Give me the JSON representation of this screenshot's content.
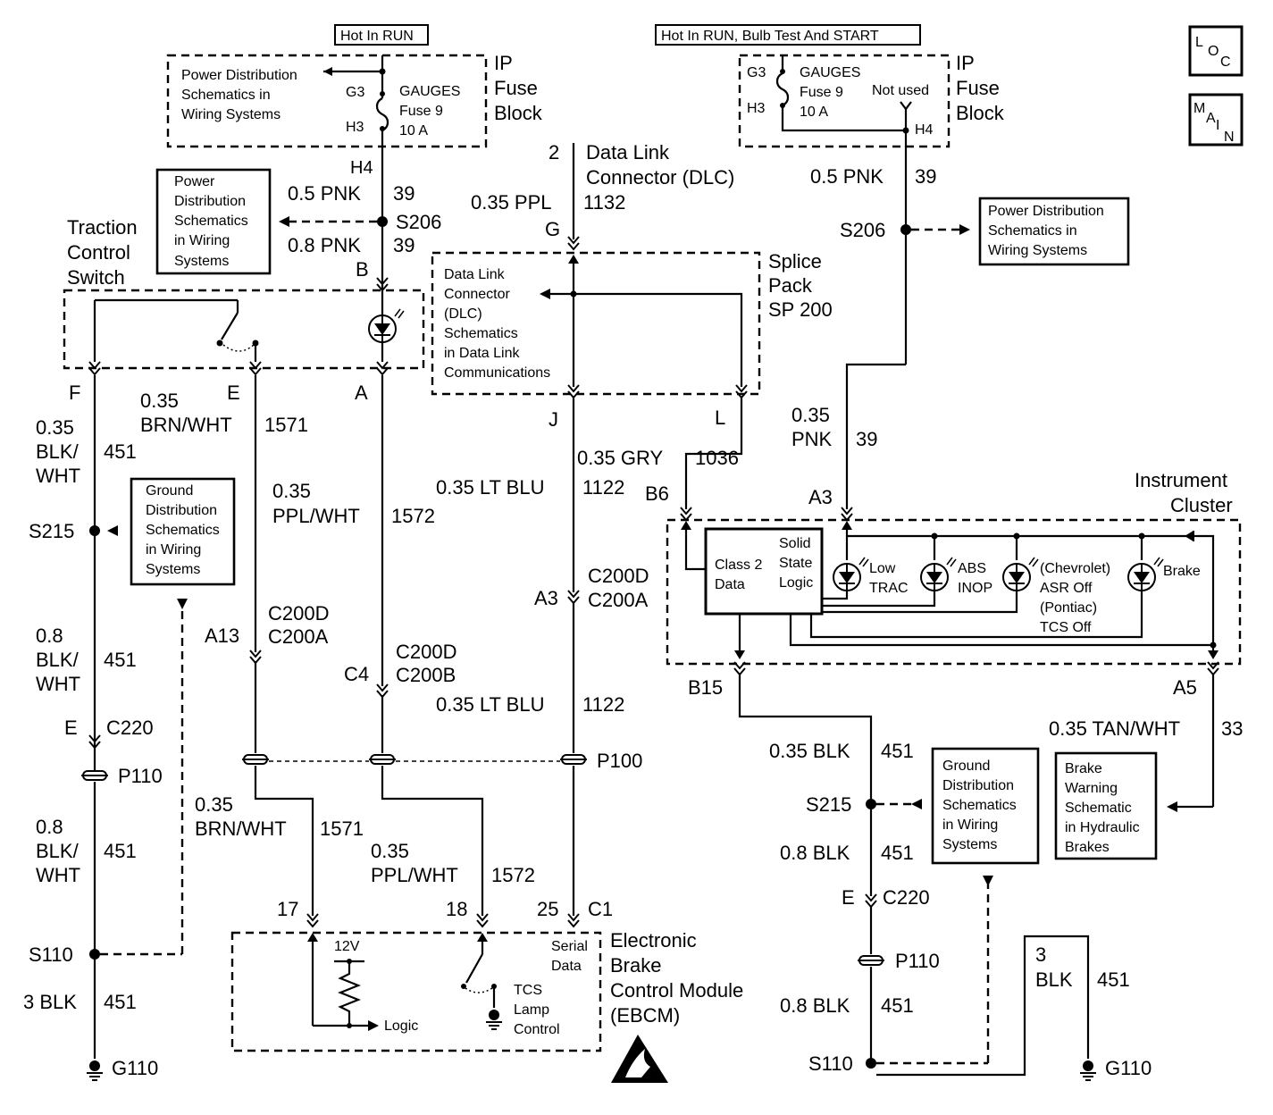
{
  "supply_left_label": "Hot In RUN",
  "supply_right_label": "Hot In RUN, Bulb Test And START",
  "nav_icons": {
    "loc": "LOC",
    "main": "MAIN"
  },
  "fuse_block_left": {
    "title": [
      "IP",
      "Fuse",
      "Block"
    ],
    "ref": [
      "Power Distribution",
      "Schematics in",
      "Wiring Systems"
    ],
    "fuse": [
      "GAUGES",
      "Fuse 9",
      "10 A"
    ],
    "pin_top": "G3",
    "pin_bottom": "H3",
    "pin_out": "H4"
  },
  "fuse_block_right": {
    "title": [
      "IP",
      "Fuse",
      "Block"
    ],
    "fuse": [
      "GAUGES",
      "Fuse 9",
      "10 A"
    ],
    "not_used": "Not used",
    "pin_top": "G3",
    "pin_bottom": "H3",
    "pin_out": "H4"
  },
  "left_supply": {
    "wire1": [
      "0.5 PNK",
      "39"
    ],
    "splice": "S206",
    "wire2": [
      "0.8 PNK",
      "39"
    ],
    "pin": "B",
    "ref": [
      "Power",
      "Distribution",
      "Schematics",
      "in Wiring",
      "Systems"
    ]
  },
  "traction_switch": {
    "title": [
      "Traction",
      "Control",
      "Switch"
    ],
    "pins": [
      "F",
      "E",
      "A"
    ]
  },
  "dlc": {
    "pin": "2",
    "title": [
      "Data Link",
      "Connector (DLC)"
    ],
    "wire": [
      "0.35 PPL",
      "1132"
    ],
    "pin_g": "G"
  },
  "splice_pack": {
    "title": [
      "Splice",
      "Pack",
      "SP 200"
    ],
    "ref": [
      "Data Link",
      "Connector",
      "(DLC)",
      "Schematics",
      "in Data Link",
      "Communications"
    ],
    "pin_j": "J",
    "pin_l": "L"
  },
  "right_supply": {
    "wire1": [
      "0.5 PNK",
      "39"
    ],
    "splice": "S206",
    "ref": [
      "Power Distribution",
      "Schematics in",
      "Wiring Systems"
    ],
    "wire2": [
      "0.35",
      "PNK",
      "39"
    ]
  },
  "left_wires": {
    "blk_wht": [
      "0.35",
      "BLK/",
      "WHT",
      "451"
    ],
    "splice_s215": "S215",
    "ground_ref": [
      "Ground",
      "Distribution",
      "Schematics",
      "in Wiring",
      "Systems"
    ],
    "blk_wht_08": [
      "0.8",
      "BLK/",
      "WHT",
      "451"
    ],
    "c220": [
      "E",
      "C220"
    ],
    "p110": "P110",
    "blk_wht_08b": [
      "0.8",
      "BLK/",
      "WHT",
      "451"
    ],
    "s110": "S110",
    "blk3": [
      "3 BLK",
      "451"
    ],
    "g110": "G110"
  },
  "mid_wires": {
    "brn_wht": [
      "0.35",
      "BRN/WHT",
      "1571"
    ],
    "ppl_wht": [
      "0.35",
      "PPL/WHT",
      "1572"
    ],
    "lt_blu": [
      "0.35 LT BLU",
      "1122"
    ],
    "gry": [
      "0.35 GRY",
      "1036"
    ],
    "a13": "A13",
    "c200d_a": [
      "C200D",
      "C200A"
    ],
    "c4": "C4",
    "c200d_b": [
      "C200D",
      "C200B"
    ],
    "a3": "A3",
    "c200d_a2": [
      "C200D",
      "C200A"
    ],
    "lt_blu2": [
      "0.35 LT BLU",
      "1122"
    ],
    "p100": "P100",
    "brn_wht2": [
      "0.35",
      "BRN/WHT",
      "1571"
    ],
    "ppl_wht2": [
      "0.35",
      "PPL/WHT",
      "1572"
    ]
  },
  "ebcm": {
    "title": [
      "Electronic",
      "Brake",
      "Control Module",
      "(EBCM)"
    ],
    "pins": [
      "17",
      "18",
      "25",
      "C1"
    ],
    "v12": "12V",
    "logic": "Logic",
    "serial": [
      "Serial",
      "Data"
    ],
    "tcs": [
      "TCS",
      "Lamp",
      "Control"
    ]
  },
  "cluster": {
    "title": [
      "Instrument",
      "Cluster"
    ],
    "pin_b6": "B6",
    "pin_a3": "A3",
    "class2": [
      "Class 2",
      "Data"
    ],
    "logic": [
      "Solid",
      "State",
      "Logic"
    ],
    "lamps": [
      [
        "Low",
        "TRAC"
      ],
      [
        "ABS",
        "INOP"
      ],
      [
        "(Chevrolet)",
        "ASR Off",
        "(Pontiac)",
        "TCS Off"
      ],
      [
        "Brake"
      ]
    ],
    "pin_b15": "B15",
    "pin_a5": "A5"
  },
  "right_ground": {
    "wire1": [
      "0.35 BLK",
      "451"
    ],
    "s215": "S215",
    "ground_ref": [
      "Ground",
      "Distribution",
      "Schematics",
      "in Wiring",
      "Systems"
    ],
    "wire2": [
      "0.8 BLK",
      "451"
    ],
    "c220": [
      "E",
      "C220"
    ],
    "p110": "P110",
    "wire3": [
      "0.8 BLK",
      "451"
    ],
    "s110": "S110",
    "blk3": [
      "3",
      "BLK",
      "451"
    ],
    "g110": "G110"
  },
  "brake_warning": {
    "wire": [
      "0.35 TAN/WHT",
      "33"
    ],
    "ref": [
      "Brake",
      "Warning",
      "Schematic",
      "in Hydraulic",
      "Brakes"
    ]
  }
}
